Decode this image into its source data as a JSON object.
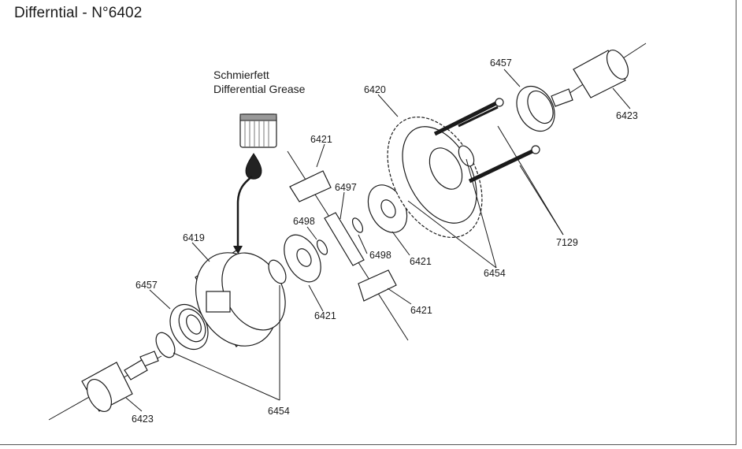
{
  "title": "Differntial - N°6402",
  "grease": {
    "line1": "Schmierfett",
    "line2": "Differential Grease"
  },
  "labels": {
    "p6457_top": "6457",
    "p6423_top": "6423",
    "p6420": "6420",
    "p6421_a": "6421",
    "p6497": "6497",
    "p6498_a": "6498",
    "p6498_b": "6498",
    "p6421_b": "6421",
    "p6421_c": "6421",
    "p6421_d": "6421",
    "p6419": "6419",
    "p6457_bottom": "6457",
    "p6454_mid": "6454",
    "p7129": "7129",
    "p6423_bottom": "6423",
    "p6454_bottom": "6454"
  },
  "icons": [
    "grease-jar-icon",
    "grease-drop-icon"
  ]
}
